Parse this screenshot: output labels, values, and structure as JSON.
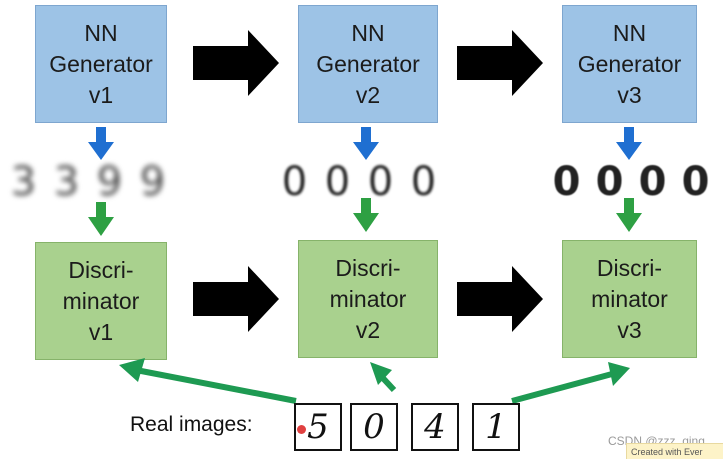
{
  "generators": [
    {
      "lines": [
        "NN",
        "Generator",
        "v1"
      ]
    },
    {
      "lines": [
        "NN",
        "Generator",
        "v2"
      ]
    },
    {
      "lines": [
        "NN",
        "Generator",
        "v3"
      ]
    }
  ],
  "discriminators": [
    {
      "lines": [
        "Discri-",
        "minator",
        "v1"
      ]
    },
    {
      "lines": [
        "Discri-",
        "minator",
        "v2"
      ]
    },
    {
      "lines": [
        "Discri-",
        "minator",
        "v3"
      ]
    }
  ],
  "generated_samples": [
    {
      "digits": [
        "3",
        "3",
        "9",
        "9"
      ]
    },
    {
      "digits": [
        "0",
        "0",
        "0",
        "0"
      ]
    },
    {
      "digits": [
        "0",
        "0",
        "0",
        "0"
      ]
    }
  ],
  "real_images": {
    "label": "Real images:",
    "digits": [
      "5",
      "0",
      "4",
      "1"
    ]
  },
  "watermark": "CSDN @zzz_qing",
  "tag": "Created with Ever",
  "colors": {
    "generator_fill": "#9dc3e6",
    "discriminator_fill": "#a9d18e",
    "down_arrow_blue": "#1f6fd1",
    "down_arrow_green": "#2ea043",
    "big_arrow": "#000000",
    "real_arrow": "#1e9a52"
  }
}
